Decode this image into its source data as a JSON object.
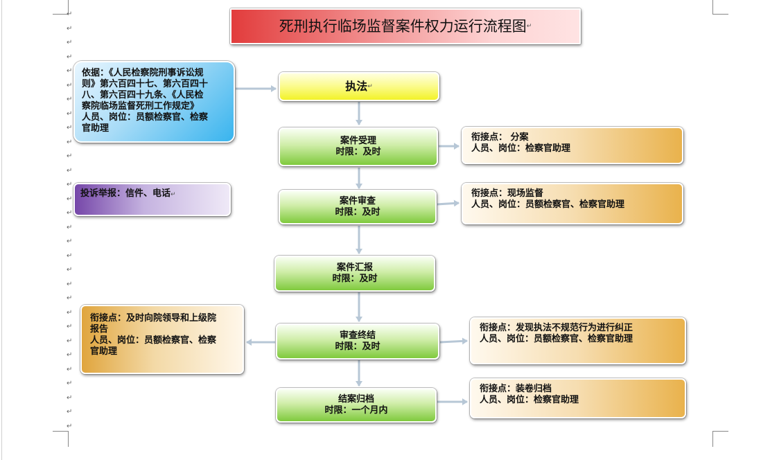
{
  "title": "死刑执行临场监督案件权力运行流程图",
  "basis": {
    "lines": [
      "依据：《人民检察院刑事诉讼规",
      "则》第六百四十七、第六百四十",
      "八、第六百四十九条、《人民检",
      "察院临场监督死刑工作规定》",
      "人员、岗位：员额检察官、检察",
      "官助理"
    ]
  },
  "complaint": {
    "text": "投诉举报：信件、电话"
  },
  "flow": {
    "start": "执法",
    "steps": [
      {
        "name": "案件受理",
        "limit": "时限：及时"
      },
      {
        "name": "案件审查",
        "limit": "时限：及时"
      },
      {
        "name": "案件汇报",
        "limit": "时限：及时"
      },
      {
        "name": "审查终结",
        "limit": "时限：及时"
      },
      {
        "name": "结案归档",
        "limit": "时限：一个月内"
      }
    ]
  },
  "right_notes": [
    {
      "point": "衔接点： 分案",
      "staff": "人员、岗位：检察官助理"
    },
    {
      "point": "衔接点：现场监督",
      "staff": "人员、岗位：员额检察官、检察官助理"
    },
    {
      "point": "衔接点：发现执法不规范行为进行纠正",
      "staff": "人员、岗位：员额检察官、检察官助理"
    },
    {
      "point": "衔接点：装卷归档",
      "staff": "人员、岗位：检察官助理"
    }
  ],
  "left_note": {
    "lines": [
      "衔接点：及时向院领导和上级院",
      "报告",
      "人员、岗位：员额检察官、检察",
      "官助理"
    ]
  },
  "colors": {
    "title_gradient": [
      "#e23c3c",
      "#ffe3e3"
    ],
    "step_green": "#7fca3d",
    "start_yellow": "#f2f228",
    "basis_blue": "#38b4ee",
    "complaint_purple": "#7647a9",
    "note_orange": "#e9b24c",
    "arrow": "#b7c7d6"
  }
}
